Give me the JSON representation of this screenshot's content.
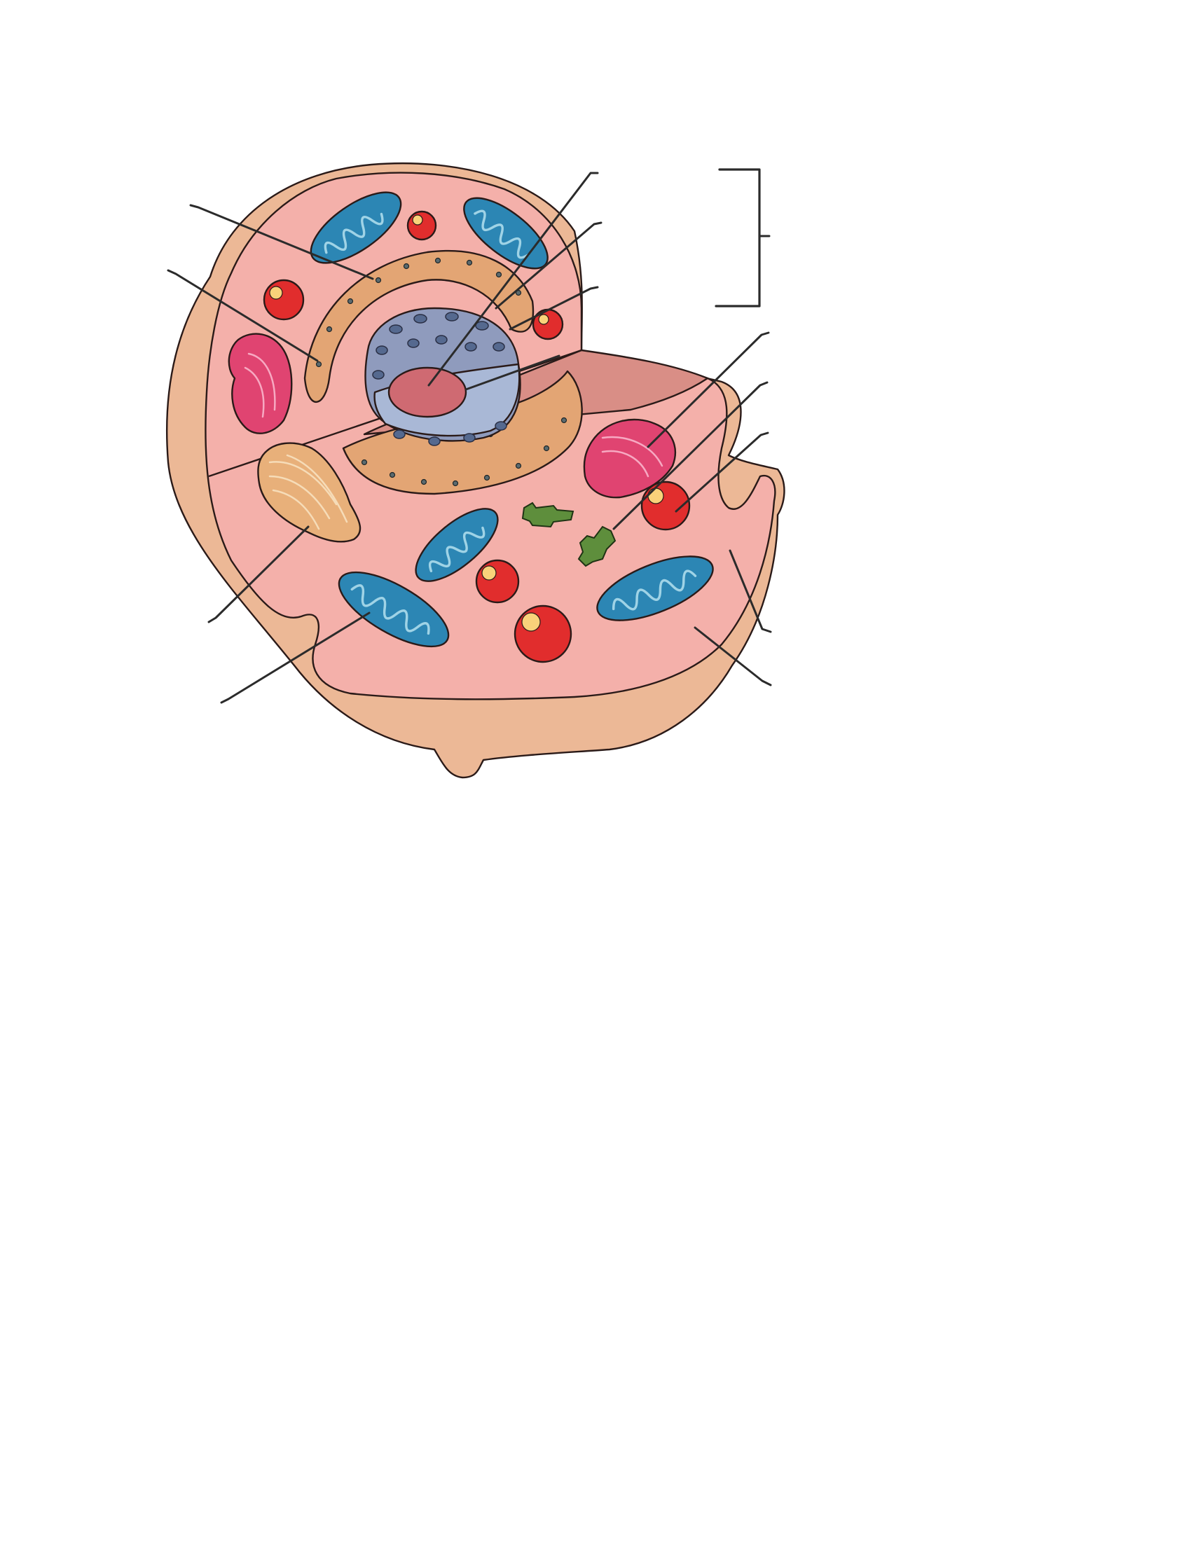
{
  "figure": {
    "kind": "animal-cell-cutaway",
    "labels_printed": false,
    "leader_line_count": 13,
    "bracket_count": 1
  },
  "colors": {
    "membrane": "#ecb896",
    "cytoplasm": "#f4b0aa",
    "inner_cut": "#d98e86",
    "mitochondrion": "#2c86b4",
    "cristae": "#9fd3e6",
    "rough_er": "#e3a574",
    "golgi": "#e8b07a",
    "lysosome": "#e12d2d",
    "nucleus": "#8f9bbd",
    "nucleolus": "#cf6a72",
    "centriole": "#5e8e3c",
    "smooth_er": "#e04471",
    "leader": "#2b2b2b"
  },
  "icons": [
    "mitochondrion-icon",
    "lysosome-icon",
    "nucleus-icon",
    "golgi-icon",
    "rough-er-icon",
    "smooth-er-icon",
    "centriole-icon"
  ]
}
